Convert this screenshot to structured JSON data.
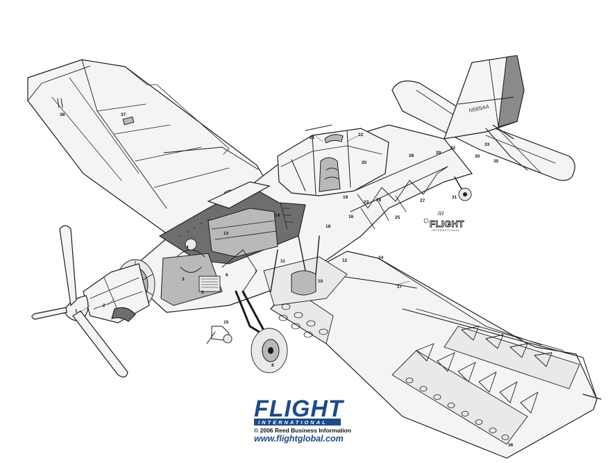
{
  "labels": {
    "l1": "1",
    "l2": "2",
    "l3": "3",
    "l4": "4",
    "l5": "5",
    "l6": "6",
    "l7": "7",
    "l8": "8",
    "l9": "9",
    "l10": "10",
    "l11": "11",
    "l12": "12",
    "l13": "13",
    "l14": "14",
    "l15": "15",
    "l16": "16",
    "l17": "17",
    "l18": "18",
    "l19": "19",
    "l20": "20",
    "l21": "21",
    "l22": "22",
    "l23": "23",
    "l24": "24",
    "l25": "25",
    "l26": "26",
    "l27": "27",
    "l28": "28",
    "l29": "29",
    "l30": "30",
    "l31": "31",
    "l32": "32",
    "l33": "33",
    "l35": "35",
    "l36": "36",
    "l37": "37",
    "l38": "38"
  },
  "registration": "N585AA",
  "signature": "JH",
  "badge": {
    "word": "FLIGHT",
    "sub": "INTERNATIONAL"
  },
  "footer": {
    "logo_word": "FLIGHT",
    "logo_sub": "INTERNATIONAL",
    "copyright": "© 2006 Reed Business Information",
    "url": "www.flightglobal.com"
  },
  "colors": {
    "brand_blue": "#1c4a8c",
    "line": "#1a1a1a",
    "tail_shade": "#8a8a8a"
  }
}
